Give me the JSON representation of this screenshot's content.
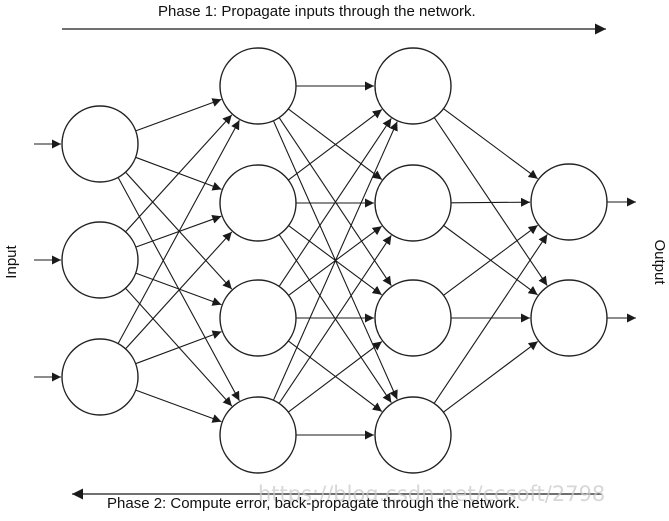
{
  "phases": {
    "forward_label": "Phase 1: Propagate inputs through the network.",
    "backward_label": "Phase 2: Compute error, back-propagate through the network."
  },
  "side_labels": {
    "input": "Input",
    "output": "Output"
  },
  "watermark": {
    "text": "https://blog.csdn.net/ccsoft/2798"
  },
  "network": {
    "layers": [
      {
        "name": "input-layer",
        "count": 3
      },
      {
        "name": "hidden-layer-1",
        "count": 4
      },
      {
        "name": "hidden-layer-2",
        "count": 4
      },
      {
        "name": "output-layer",
        "count": 2
      }
    ],
    "connectivity": "fully-connected",
    "line_color": "#1a1a1a",
    "node_fill": "#ffffff"
  }
}
